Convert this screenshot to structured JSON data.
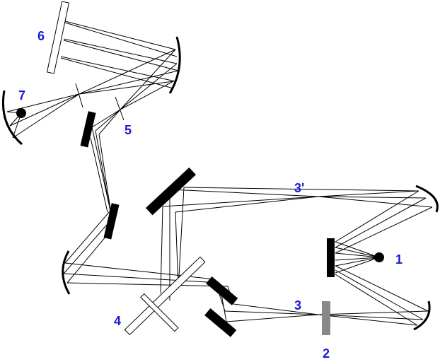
{
  "diagram": {
    "labels": {
      "source": "1",
      "sample": "2",
      "focus": "3",
      "focus_ref": "3'",
      "beamsplitter": "4",
      "slit": "5",
      "grating": "6",
      "detector": "7"
    },
    "colors": {
      "label": "#1a1ad0",
      "sample": "#888888",
      "optics": "#000000"
    }
  }
}
